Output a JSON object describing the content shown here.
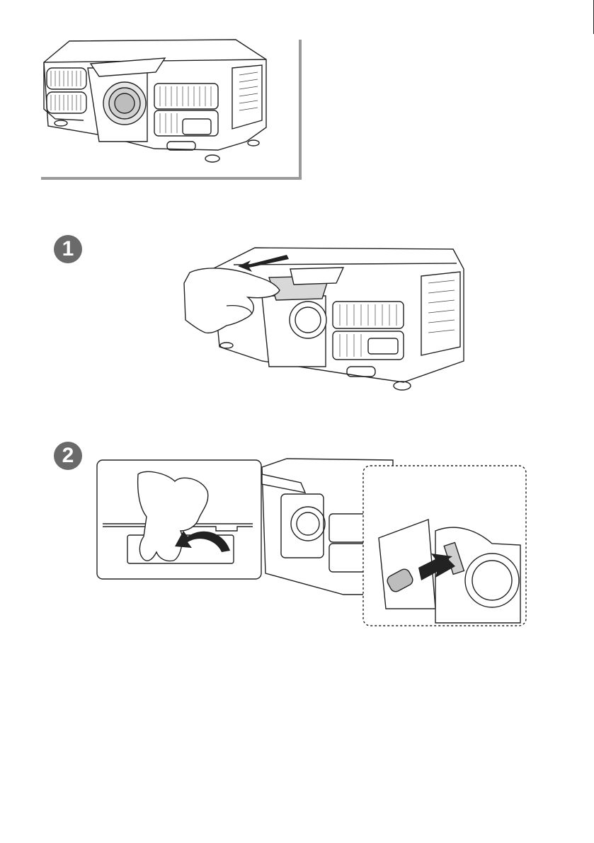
{
  "steps": [
    {
      "number": "1"
    },
    {
      "number": "2"
    }
  ],
  "icons": [
    "projector-illustration",
    "hand-icon",
    "arrow-icon",
    "lens-icon"
  ]
}
